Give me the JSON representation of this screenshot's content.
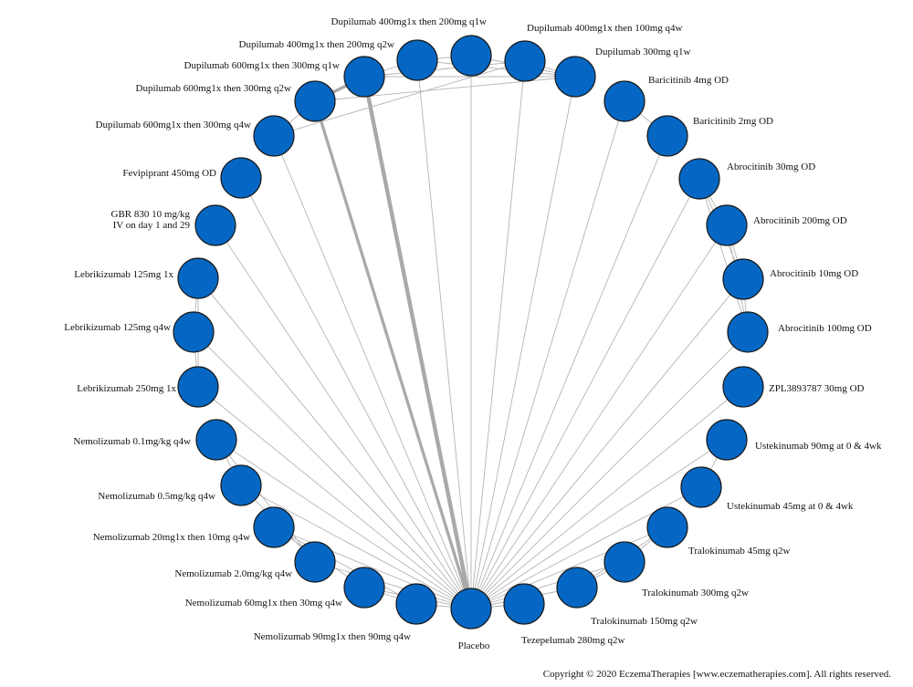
{
  "colors": {
    "node_fill": "#0567c3",
    "node_stroke": "#1a1a1a",
    "edge": "#b4b4b4",
    "edge_strong": "#a9a9a9"
  },
  "hub": "Placebo",
  "copyright": "Copyright © 2020 EczemaTherapies [www.eczematherapies.com]. All rights reserved.",
  "nodes": [
    {
      "id": "placebo",
      "label": "Placebo"
    },
    {
      "id": "tez280",
      "label": "Tezepelumab 280mg q2w"
    },
    {
      "id": "tra150",
      "label": "Tralokinumab 150mg q2w"
    },
    {
      "id": "tra300",
      "label": "Tralokinumab 300mg q2w"
    },
    {
      "id": "tra45",
      "label": "Tralokinumab 45mg q2w"
    },
    {
      "id": "ust45",
      "label": "Ustekinumab 45mg at 0 & 4wk"
    },
    {
      "id": "ust90",
      "label": "Ustekinumab 90mg at 0 & 4wk"
    },
    {
      "id": "zpl",
      "label": "ZPL3893787 30mg OD"
    },
    {
      "id": "abr100",
      "label": "Abrocitinib 100mg OD"
    },
    {
      "id": "abr10",
      "label": "Abrocitinib 10mg OD"
    },
    {
      "id": "abr200",
      "label": "Abrocitinib 200mg OD"
    },
    {
      "id": "abr30",
      "label": "Abrocitinib 30mg OD"
    },
    {
      "id": "bar2",
      "label": "Baricitinib 2mg OD"
    },
    {
      "id": "bar4",
      "label": "Baricitinib 4mg OD"
    },
    {
      "id": "dup300q1w",
      "label": "Dupilumab 300mg q1w"
    },
    {
      "id": "dup400_100q4w",
      "label": "Dupilumab 400mg1x then 100mg q4w"
    },
    {
      "id": "dup400_200q1w",
      "label": "Dupilumab 400mg1x then 200mg q1w"
    },
    {
      "id": "dup400_200q2w",
      "label": "Dupilumab 400mg1x then 200mg q2w"
    },
    {
      "id": "dup600_300q1w",
      "label": "Dupilumab 600mg1x then 300mg q1w"
    },
    {
      "id": "dup600_300q2w",
      "label": "Dupilumab 600mg1x then 300mg q2w"
    },
    {
      "id": "dup600_300q4w",
      "label": "Dupilumab 600mg1x then 300mg q4w"
    },
    {
      "id": "fev450",
      "label": "Fevipiprant 450mg OD"
    },
    {
      "id": "gbr830",
      "label": "GBR 830 10 mg/kg IV on day 1 and 29",
      "lines": [
        "GBR 830 10 mg/kg",
        "IV on day 1 and 29"
      ]
    },
    {
      "id": "leb125_1x",
      "label": "Lebrikizumab 125mg 1x"
    },
    {
      "id": "leb125q4w",
      "label": "Lebrikizumab 125mg q4w"
    },
    {
      "id": "leb250_1x",
      "label": "Lebrikizumab 250mg 1x"
    },
    {
      "id": "nem01",
      "label": "Nemolizumab 0.1mg/kg q4w"
    },
    {
      "id": "nem05",
      "label": "Nemolizumab 0.5mg/kg q4w"
    },
    {
      "id": "nem20_10",
      "label": "Nemolizumab 20mg1x then 10mg q4w"
    },
    {
      "id": "nem2",
      "label": "Nemolizumab 2.0mg/kg q4w"
    },
    {
      "id": "nem60_30",
      "label": "Nemolizumab 60mg1x then 30mg q4w"
    },
    {
      "id": "nem90_90",
      "label": "Nemolizumab 90mg1x then 90mg q4w"
    }
  ],
  "edges": [
    {
      "from": "placebo",
      "to": "tez280",
      "weight": 1
    },
    {
      "from": "placebo",
      "to": "tra150",
      "weight": 1
    },
    {
      "from": "placebo",
      "to": "tra300",
      "weight": 1
    },
    {
      "from": "placebo",
      "to": "tra45",
      "weight": 1
    },
    {
      "from": "placebo",
      "to": "ust45",
      "weight": 1
    },
    {
      "from": "placebo",
      "to": "ust90",
      "weight": 1
    },
    {
      "from": "placebo",
      "to": "zpl",
      "weight": 1
    },
    {
      "from": "placebo",
      "to": "abr100",
      "weight": 1
    },
    {
      "from": "placebo",
      "to": "abr10",
      "weight": 1
    },
    {
      "from": "placebo",
      "to": "abr200",
      "weight": 1
    },
    {
      "from": "placebo",
      "to": "abr30",
      "weight": 1
    },
    {
      "from": "placebo",
      "to": "bar2",
      "weight": 1
    },
    {
      "from": "placebo",
      "to": "bar4",
      "weight": 1
    },
    {
      "from": "placebo",
      "to": "dup300q1w",
      "weight": 1
    },
    {
      "from": "placebo",
      "to": "dup400_100q4w",
      "weight": 1
    },
    {
      "from": "placebo",
      "to": "dup400_200q1w",
      "weight": 1
    },
    {
      "from": "placebo",
      "to": "dup400_200q2w",
      "weight": 1
    },
    {
      "from": "placebo",
      "to": "dup600_300q1w",
      "weight": 4
    },
    {
      "from": "placebo",
      "to": "dup600_300q2w",
      "weight": 3
    },
    {
      "from": "placebo",
      "to": "dup600_300q4w",
      "weight": 1
    },
    {
      "from": "placebo",
      "to": "fev450",
      "weight": 1
    },
    {
      "from": "placebo",
      "to": "gbr830",
      "weight": 1
    },
    {
      "from": "placebo",
      "to": "leb125_1x",
      "weight": 1
    },
    {
      "from": "placebo",
      "to": "leb125q4w",
      "weight": 1
    },
    {
      "from": "placebo",
      "to": "leb250_1x",
      "weight": 1
    },
    {
      "from": "placebo",
      "to": "nem01",
      "weight": 1
    },
    {
      "from": "placebo",
      "to": "nem05",
      "weight": 1
    },
    {
      "from": "placebo",
      "to": "nem20_10",
      "weight": 1
    },
    {
      "from": "placebo",
      "to": "nem2",
      "weight": 1
    },
    {
      "from": "placebo",
      "to": "nem60_30",
      "weight": 1
    },
    {
      "from": "placebo",
      "to": "nem90_90",
      "weight": 1
    },
    {
      "from": "tra150",
      "to": "tra300",
      "weight": 1
    },
    {
      "from": "tra300",
      "to": "tra45",
      "weight": 1
    },
    {
      "from": "tra150",
      "to": "tra45",
      "weight": 1
    },
    {
      "from": "ust45",
      "to": "ust90",
      "weight": 1
    },
    {
      "from": "abr10",
      "to": "abr30",
      "weight": 1
    },
    {
      "from": "abr10",
      "to": "abr100",
      "weight": 1
    },
    {
      "from": "abr10",
      "to": "abr200",
      "weight": 1
    },
    {
      "from": "abr30",
      "to": "abr100",
      "weight": 1
    },
    {
      "from": "abr30",
      "to": "abr200",
      "weight": 1
    },
    {
      "from": "abr100",
      "to": "abr200",
      "weight": 1
    },
    {
      "from": "bar2",
      "to": "bar4",
      "weight": 1
    },
    {
      "from": "dup300q1w",
      "to": "dup400_100q4w",
      "weight": 1
    },
    {
      "from": "dup300q1w",
      "to": "dup400_200q1w",
      "weight": 1
    },
    {
      "from": "dup300q1w",
      "to": "dup400_200q2w",
      "weight": 1
    },
    {
      "from": "dup300q1w",
      "to": "dup600_300q1w",
      "weight": 1
    },
    {
      "from": "dup300q1w",
      "to": "dup600_300q2w",
      "weight": 1
    },
    {
      "from": "dup400_100q4w",
      "to": "dup600_300q1w",
      "weight": 1
    },
    {
      "from": "dup400_100q4w",
      "to": "dup600_300q4w",
      "weight": 1
    },
    {
      "from": "dup400_200q1w",
      "to": "dup400_200q2w",
      "weight": 1
    },
    {
      "from": "dup400_200q2w",
      "to": "dup600_300q1w",
      "weight": 1
    },
    {
      "from": "dup600_300q1w",
      "to": "dup600_300q2w",
      "weight": 3
    },
    {
      "from": "dup600_300q2w",
      "to": "dup600_300q4w",
      "weight": 1
    },
    {
      "from": "leb125_1x",
      "to": "leb125q4w",
      "weight": 1
    },
    {
      "from": "leb125q4w",
      "to": "leb250_1x",
      "weight": 1
    },
    {
      "from": "leb125_1x",
      "to": "leb250_1x",
      "weight": 1
    },
    {
      "from": "nem01",
      "to": "nem05",
      "weight": 1
    },
    {
      "from": "nem05",
      "to": "nem2",
      "weight": 1
    },
    {
      "from": "nem01",
      "to": "nem2",
      "weight": 1
    },
    {
      "from": "nem20_10",
      "to": "nem60_30",
      "weight": 1
    },
    {
      "from": "nem60_30",
      "to": "nem90_90",
      "weight": 1
    },
    {
      "from": "nem20_10",
      "to": "nem90_90",
      "weight": 1
    }
  ]
}
